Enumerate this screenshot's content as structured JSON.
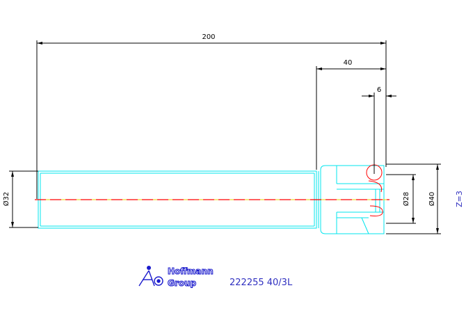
{
  "drawing": {
    "dimensions": {
      "overall_length": "200",
      "head_length": "40",
      "slot_width": "6",
      "shank_diameter": "Ø32",
      "neck_diameter": "Ø28",
      "head_diameter": "Ø40",
      "teeth": "Z=3"
    },
    "logo": {
      "line1": "Hoffmann",
      "line2": "Group"
    },
    "part_number": "222255 40/3L",
    "colors": {
      "outline": "#00e5ee",
      "dimension": "#000000",
      "centerline_red": "#ff0000",
      "centerline_yellow": "#e8d000",
      "detail_red": "#ff0000",
      "logo_blue": "#1a1acc",
      "note_blue": "#3030c0"
    }
  }
}
